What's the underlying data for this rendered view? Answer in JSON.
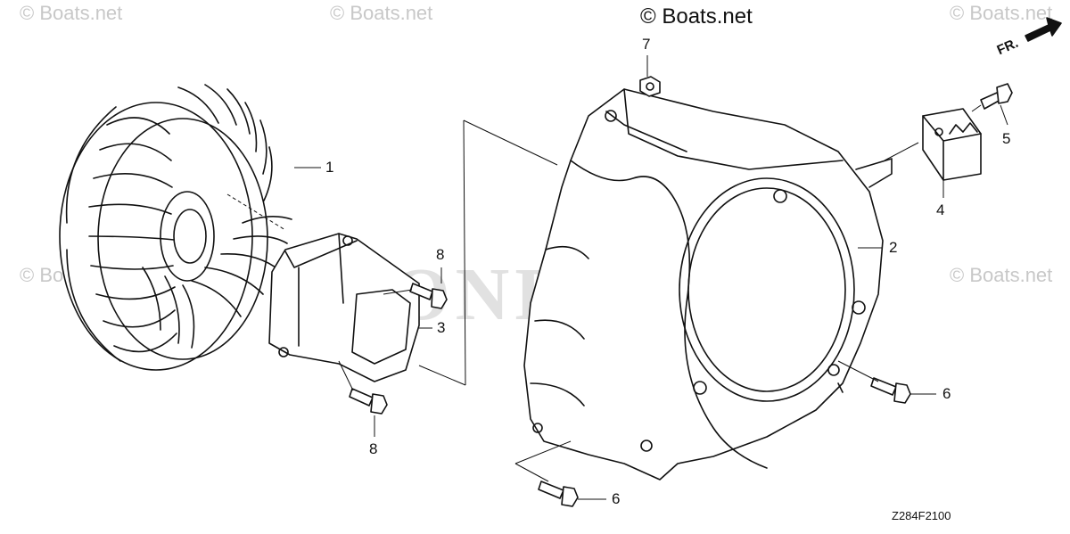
{
  "watermark": {
    "text": "© Boats.net",
    "main_text": "© Boats.net"
  },
  "brand_watermark": "HONDA",
  "direction_marker": "FR.",
  "diagram_code": "Z284F2100",
  "callouts": [
    {
      "id": "c1",
      "label": "1",
      "part": "flywheel"
    },
    {
      "id": "c2",
      "label": "2",
      "part": "fan-cover"
    },
    {
      "id": "c3",
      "label": "3",
      "part": "inner-shroud"
    },
    {
      "id": "c4",
      "label": "4",
      "part": "bracket"
    },
    {
      "id": "c5",
      "label": "5",
      "part": "bolt"
    },
    {
      "id": "c6a",
      "label": "6",
      "part": "bolt"
    },
    {
      "id": "c6b",
      "label": "6",
      "part": "bolt"
    },
    {
      "id": "c7",
      "label": "7",
      "part": "nut"
    },
    {
      "id": "c8a",
      "label": "8",
      "part": "bolt"
    },
    {
      "id": "c8b",
      "label": "8",
      "part": "bolt"
    }
  ],
  "colors": {
    "line": "#111111",
    "watermark": "#c8c8c8"
  }
}
